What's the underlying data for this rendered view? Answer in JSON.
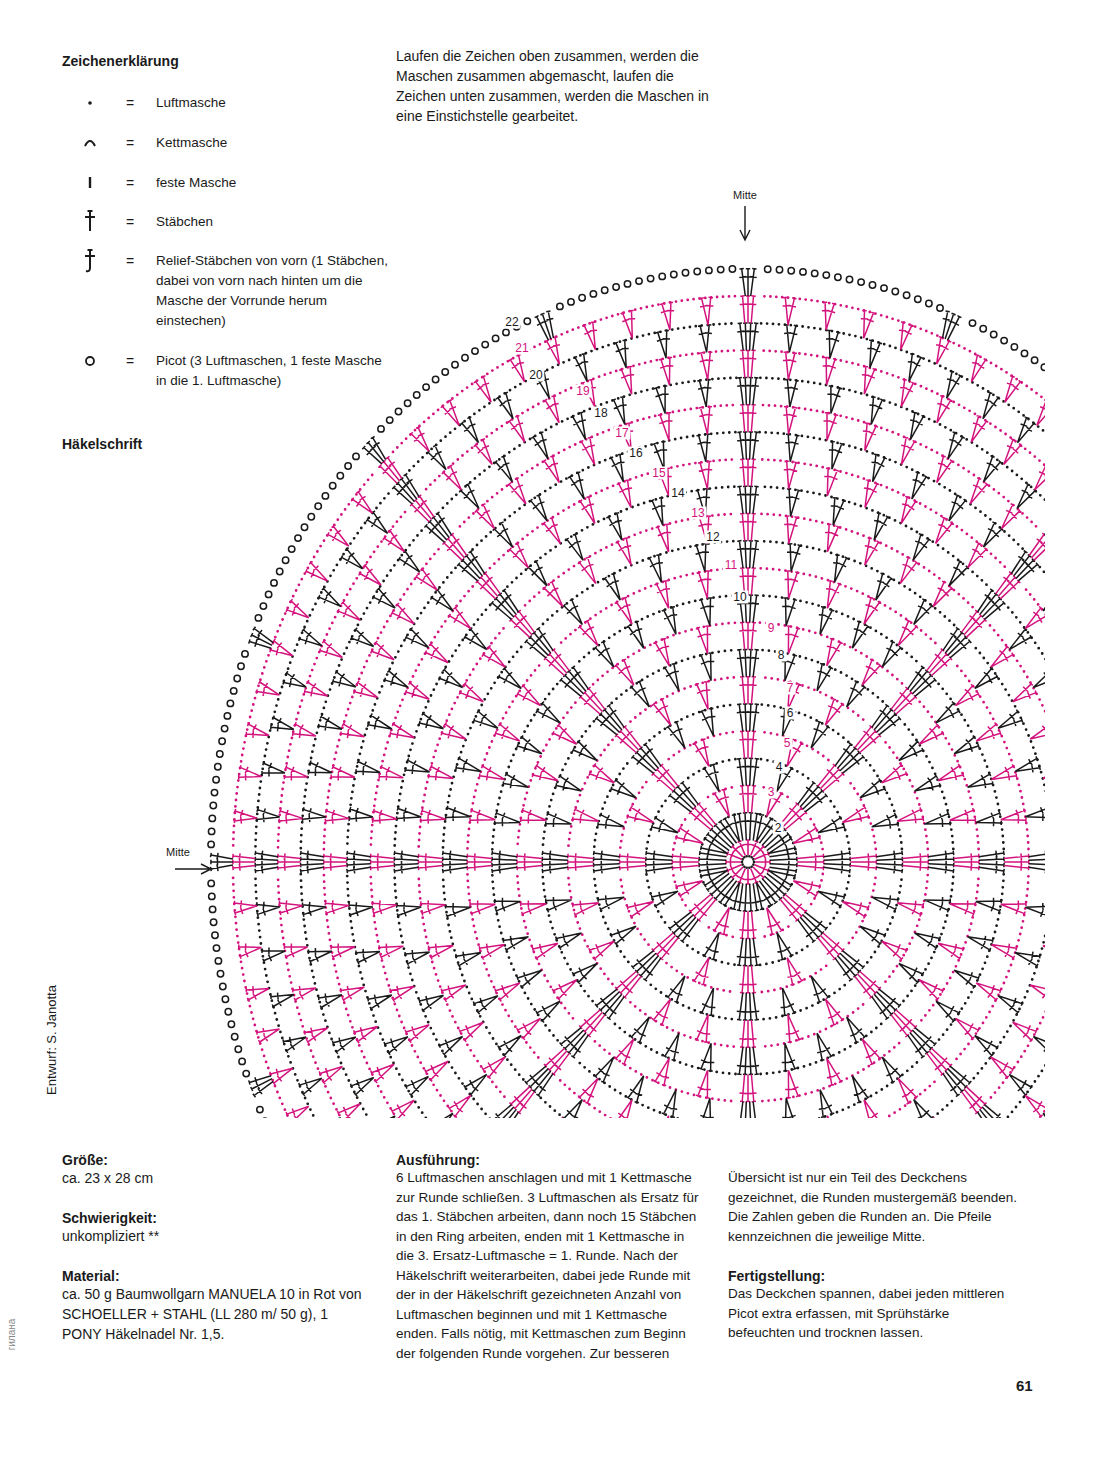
{
  "diagram": {
    "labels": [
      "Zeichenerklärung",
      "=",
      "=",
      "=",
      "=",
      "=",
      "=",
      "Laufen die Zeichen oben zusammen, werden die Maschen zusammen abgemascht, laufen die Zeichen unten zusammen, werden die Maschen in eine Einstichstelle gearbeitet.",
      "Mitte",
      "22",
      "21",
      "20",
      "19",
      "18",
      "17",
      "16",
      "15",
      "14",
      "13",
      "12",
      "11",
      "10",
      "9",
      "8",
      "7",
      "6",
      "5",
      "4",
      "3",
      "2",
      "Häkelschrift",
      "Mitte",
      "Entwurf: S. Janotta",
      "гилана",
      "Größe:",
      "ca. 23 x 28 cm",
      "Schwierigkeit:",
      "unkompliziert **",
      "Material:",
      "ca. 50 g Baumwollgarn MANUELA 10 in Rot von SCHOELLER + STAHL (LL 280 m/ 50 g), 1 PONY Häkelnadel Nr. 1,5.",
      "Ausführung:",
      "6 Luftmaschen anschlagen und mit 1 Kettmasche zur Runde schließen. 3 Luftmaschen als Ersatz für das 1. Stäbchen arbeiten, dann noch 15 Stäbchen in den Ring arbeiten, enden mit 1 Kettmasche in die 3. Ersatz-Luftmasche = 1. Runde. Nach der Häkelschrift weiterarbeiten, dabei jede Runde mit der in der Häkelschrift gezeichneten Anzahl von Luftmaschen beginnen und mit 1 Kettmasche enden. Falls nötig, mit Kettmaschen zum Beginn der folgenden Runde vorgehen. Zur besseren Übersicht ist nur ein Teil des Deckchens gezeichnet, die Runden mustergemäß beenden. Die Zahlen geben die Runden an. Die Pfeile kennzeichnen die jeweilige Mitte.",
      "Fertigstellung:",
      "Das Deckchen spannen, dabei jeden mittleren Picot extra erfassen, mit Sprühstärke befeuchten und trocknen lassen.",
      "61"
    ],
    "legend": [
      {
        "text": "Luftmasche"
      },
      {
        "text": "Kettmasche"
      },
      {
        "text": "feste Masche"
      },
      {
        "text": "Stäbchen"
      },
      {
        "text": "Relief-Stäbchen von vorn (1 Stäbchen, dabei von vorn nach hinten um die Masche der Vorrunde herum einstechen)"
      },
      {
        "text": "Picot (3 Luftmaschen, 1 feste Masche in die 1. Luftmasche)"
      }
    ]
  }
}
